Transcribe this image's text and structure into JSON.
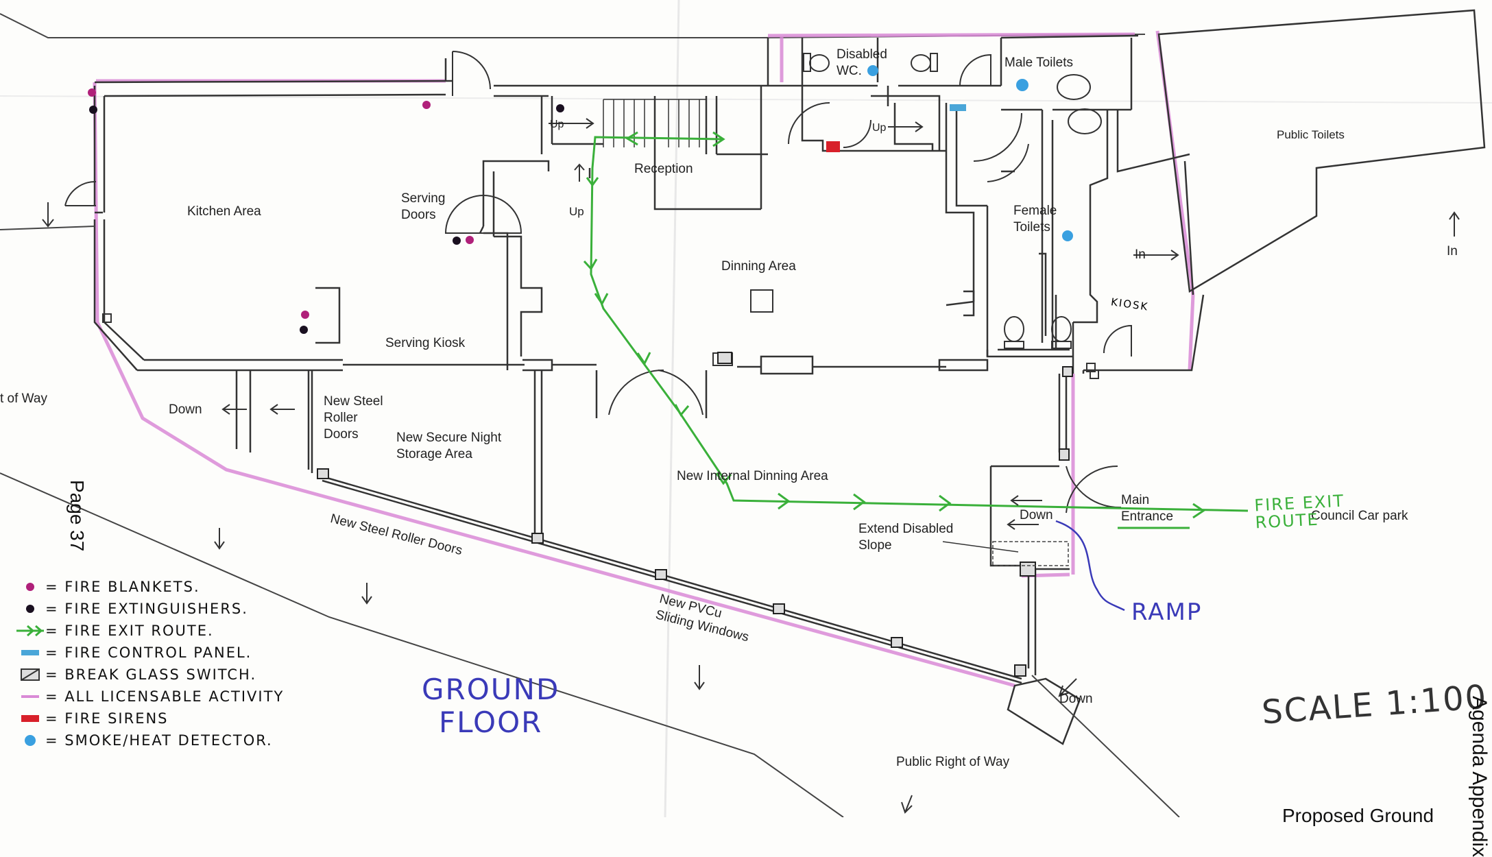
{
  "rooms": {
    "kitchen": "Kitchen Area",
    "serving_doors": "Serving\nDoors",
    "reception": "Reception",
    "disabled_wc": "Disabled\nWC.",
    "male_toilets": "Male Toilets",
    "female_toilets": "Female\nToilets",
    "public_toilets": "Public Toilets",
    "dinning_area": "Dinning Area",
    "serving_kiosk": "Serving Kiosk",
    "kiosk": "KIOSK",
    "new_steel_roller_doors_1": "New Steel\nRoller\nDoors",
    "secure_storage": "New Secure Night\nStorage Area",
    "new_internal_dinning": "New Internal Dinning Area",
    "new_steel_roller_doors_2": "New Steel Roller Doors",
    "extend_slope": "Extend Disabled\nSlope",
    "main_entrance": "Main\nEntrance",
    "council_car_park": "Council Car park",
    "new_pvcu": "New PVCu\nSliding Windows",
    "public_row_bottom": "Public Right of Way",
    "public_row_left": "t of Way"
  },
  "arrows_text": {
    "up1": "Up",
    "up2": "Up",
    "up3": "Up",
    "down_left": "Down",
    "down_entrance": "Down",
    "down_bottom": "Down",
    "in_left": "In",
    "in_right": "In"
  },
  "annotations": {
    "fire_exit_route": "FIRE EXIT\nROUTE",
    "ramp": "RAMP",
    "ground_floor": "GROUND\nFLOOR",
    "scale": "SCALE 1:100",
    "page": "Page 37",
    "side_text": "Agenda Appendix",
    "bottom_text": "Proposed Ground"
  },
  "legend": [
    {
      "label": "= FIRE BLANKETS.",
      "symbol": "fire-blanket",
      "color": "#b0207a"
    },
    {
      "label": "= FIRE EXTINGUISHERS.",
      "symbol": "fire-extinguisher",
      "color": "#1a1020"
    },
    {
      "label": "= FIRE EXIT ROUTE.",
      "symbol": "fire-exit-route",
      "color": "#3ab03a"
    },
    {
      "label": "= FIRE CONTROL PANEL.",
      "symbol": "fire-control-panel",
      "color": "#4aa6d8"
    },
    {
      "label": "= BREAK GLASS SWITCH.",
      "symbol": "break-glass-switch",
      "color": "#333333"
    },
    {
      "label": "= ALL LICENSABLE ACTIVITY",
      "symbol": "licensable-activity",
      "color": "#d98ad6"
    },
    {
      "label": "= FIRE SIRENS",
      "symbol": "fire-siren",
      "color": "#d8202a"
    },
    {
      "label": "= SMOKE/HEAT DETECTOR.",
      "symbol": "smoke-detector",
      "color": "#3aa0e0"
    }
  ]
}
